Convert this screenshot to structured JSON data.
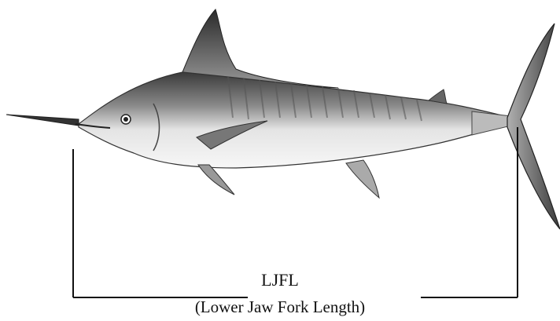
{
  "measurement": {
    "abbreviation": "LJFL",
    "full_name": "(Lower Jaw Fork Length)"
  },
  "illustration": {
    "subject": "marlin-fish",
    "style": "monochrome pencil sketch"
  },
  "colors": {
    "ink": "#111111",
    "background": "#ffffff"
  }
}
